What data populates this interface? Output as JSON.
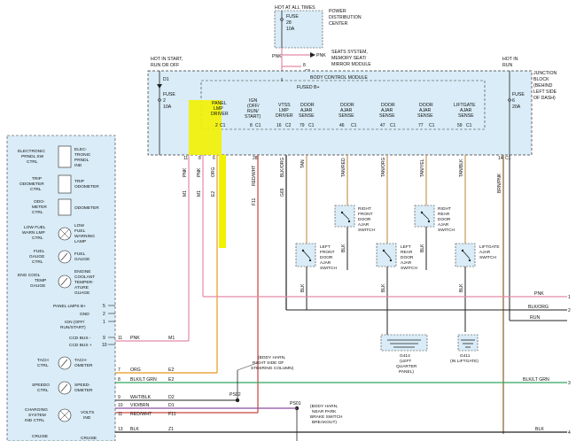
{
  "top_fuse": {
    "hot_label": "HOT AT ALL TIMES",
    "fuse_lines": [
      "FUSE",
      "28",
      "10A"
    ],
    "pdc_label": [
      "POWER",
      "DISTRIBUTION",
      "CENTER"
    ],
    "wire_top": "PNK",
    "wire_right": "PNK",
    "pin_c1": "C1",
    "pin_8": "8",
    "seats_label": [
      "SEATS SYSTEM,",
      "MEMORY SEAT/",
      "MIRROR MODULE"
    ]
  },
  "junction_block": {
    "title": [
      "JUNCTION",
      "BLOCK",
      "(BEHIND",
      "LEFT SIDE",
      "OF DASH)"
    ],
    "hot_left": [
      "HOT IN START,",
      "RUN OR OFF"
    ],
    "hot_right": [
      "HOT IN",
      "RUN"
    ],
    "d1": "D1",
    "fuse_left": [
      "FUSE",
      "2",
      "10A"
    ],
    "fuse_right": [
      "FUSE",
      "6",
      "20A"
    ],
    "bcm_title": "BODY CONTROL MODULE",
    "fused_bplus": "FUSED B+"
  },
  "bcm_pins": [
    {
      "label": [
        "PANEL",
        "LMP",
        "DRIVER"
      ],
      "pin": "2",
      "conn": "C1"
    },
    {
      "label": [
        "IGN",
        "(OFF/",
        "RUN/",
        "START)"
      ],
      "pin": "8",
      "conn": "C1"
    },
    {
      "label": [
        "VTSS",
        "LMP",
        "DRIVER"
      ],
      "pin": "16",
      "conn": "C2"
    },
    {
      "label": [
        "DOOR",
        "AJAR",
        "SENSE"
      ],
      "pin": "79",
      "conn": "C1"
    },
    {
      "label": [
        "DOOR",
        "AJAR",
        "SENSE"
      ],
      "pin": "46",
      "conn": "C1"
    },
    {
      "label": [
        "DOOR",
        "AJAR",
        "SENSE"
      ],
      "pin": "47",
      "conn": "C1"
    },
    {
      "label": [
        "DOOR",
        "AJAR",
        "SENSE"
      ],
      "pin": "77",
      "conn": "C1"
    },
    {
      "label": [
        "LIFTGATE",
        "AJAR",
        "SENSE"
      ],
      "pin": "59",
      "conn": "C1"
    }
  ],
  "jb_bottom_pins": [
    {
      "wire": "PNK",
      "pin": "11",
      "circuit": "M1"
    },
    {
      "wire": "PNK",
      "pin": "8",
      "circuit": "M1"
    },
    {
      "wire": "ORG",
      "pin": "6",
      "circuit": "E2"
    },
    {
      "wire": "RED/WHT",
      "pin": "28",
      "circuit": "F11"
    },
    {
      "wire": "BLK/ORG",
      "pin": "",
      "circuit": "G69"
    },
    {
      "wire": "TAN",
      "pin": "",
      "circuit": ""
    },
    {
      "wire": "TAN/RED",
      "pin": "",
      "circuit": ""
    },
    {
      "wire": "TAN/ORG",
      "pin": "",
      "circuit": ""
    },
    {
      "wire": "TAN/YEL",
      "pin": "",
      "circuit": ""
    },
    {
      "wire": "TAN/BLK",
      "pin": "",
      "circuit": ""
    },
    {
      "wire": "BRN/PNK",
      "pin": "14",
      "circuit": "C1"
    }
  ],
  "switches": [
    {
      "label": [
        "RIGHT",
        "FRONT",
        "DOOR",
        "AJAR",
        "SWITCH"
      ]
    },
    {
      "label": [
        "RIGHT",
        "REAR",
        "DOOR",
        "AJAR",
        "SWITCH"
      ]
    },
    {
      "label": [
        "LEFT",
        "FRONT",
        "DOOR",
        "AJAR",
        "SWITCH"
      ]
    },
    {
      "label": [
        "LEFT",
        "REAR",
        "DOOR",
        "AJAR",
        "SWITCH"
      ]
    },
    {
      "label": [
        "LIFTGATE",
        "AJAR",
        "SWITCH"
      ]
    }
  ],
  "switch_gnd_wire": "BLK",
  "grounds": {
    "g414": [
      "G414",
      "(LEFT",
      "QUARTER",
      "PANEL)"
    ],
    "g411": [
      "G411",
      "(IN LIFTGATE)"
    ]
  },
  "cluster_items": [
    {
      "label": [
        "ELECTRONIC",
        "PRNDL SW",
        "CTRL"
      ],
      "device": [
        "ELEC-",
        "TRONIC",
        "PRNDL",
        "IND"
      ]
    },
    {
      "label": [
        "TRIP",
        "ODOMETER",
        "CTRL"
      ],
      "device": [
        "TRIP",
        "ODOMETER"
      ]
    },
    {
      "label": [
        "ODO-",
        "METER",
        "CTRL"
      ],
      "device": [
        "ODOMETER"
      ]
    },
    {
      "label": [
        "LOW FUEL",
        "WARN LMP",
        "CTRL"
      ],
      "device": [
        "LOW",
        "FUEL",
        "WARNING",
        "LAMP"
      ]
    },
    {
      "label": [
        "FUEL",
        "GAUGE",
        "CTRL"
      ],
      "device": [
        "FUEL",
        "GAUGE"
      ]
    },
    {
      "label": [
        "ENG COOL",
        "TEMP",
        "GAUGE"
      ],
      "device": [
        "ENGINE",
        "COOLANT",
        "TEMPER-",
        "ATURE",
        "GUAGE"
      ]
    },
    {
      "label": [
        "TACH",
        "CTRL"
      ],
      "device": [
        "TACH-",
        "OMETER"
      ]
    },
    {
      "label": [
        "SPEEDO",
        "CTRL"
      ],
      "device": [
        "SPEED-",
        "OMETER"
      ]
    },
    {
      "label": [
        "CHARGING",
        "SYSTEM",
        "IND CTRL"
      ],
      "device": [
        "VOLTS",
        "IND"
      ]
    },
    {
      "label": [
        "CRUISE"
      ],
      "device": [
        "CRUISE"
      ]
    }
  ],
  "cluster_pins": [
    {
      "label": "PANEL LMPS B+",
      "pin": "5"
    },
    {
      "label": "GND",
      "pin": "2"
    },
    {
      "label": [
        "IGN (OFF/",
        "RUN/START)"
      ],
      "pin": "1"
    },
    {
      "label": "CCD BUS -",
      "pin": "9"
    },
    {
      "label": "CCD BUS +",
      "pin": "10"
    }
  ],
  "cluster_wires": [
    {
      "pin": "11",
      "wire": "PNK",
      "circuit": "M1"
    },
    {
      "pin": "7",
      "wire": "ORG",
      "circuit": "E2"
    },
    {
      "pin": "8",
      "wire": "BLK/LT GRN",
      "circuit": "E2"
    },
    {
      "pin": "9",
      "wire": "WHT/BLK",
      "circuit": "D2"
    },
    {
      "pin": "10",
      "wire": "VIO/BRN",
      "circuit": "D1"
    },
    {
      "pin": "11",
      "wire": "RED/WHT",
      "circuit": "F11"
    },
    {
      "pin": "13",
      "wire": "BLK",
      "circuit": "Z1"
    }
  ],
  "splices": {
    "ps02": "PS02",
    "ps01": "PS01",
    "ps02_note": [
      "(BODY HARN,",
      "RIGHT SIDE OF",
      "STEERING COLUMN)"
    ],
    "ps01_note": [
      "(BODY HARN,",
      "NEAR PARK",
      "BRAKE SWITCH",
      "BREAKOUT)"
    ]
  },
  "right_edge": [
    {
      "wire": "PNK",
      "pin": "1"
    },
    {
      "wire": "BLK/ORG",
      "pin": "2"
    },
    {
      "wire": "BLK/LT GRN",
      "pin": "3"
    },
    {
      "wire": "BLK",
      "pin": "4"
    },
    {
      "wire": "RUN",
      "pin": ""
    }
  ],
  "colors": {
    "outline": "#222222",
    "dashed": "#333333",
    "pink_wire": "#e48aa6",
    "orange_wire": "#e8981f",
    "tan_wire": "#c59a54",
    "green_wire": "#2fa85b",
    "red_wire": "#c8443c",
    "black_wire": "#222222",
    "brown_wire": "#8b5a2b",
    "highlight": "#f2f200",
    "junction_fill": "#d9ecf7"
  }
}
